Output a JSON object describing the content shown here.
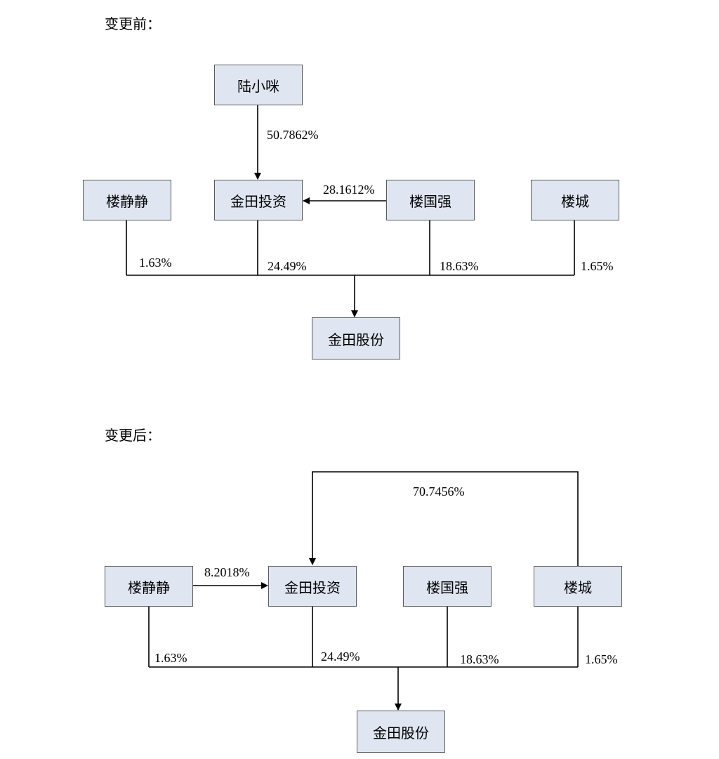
{
  "before": {
    "label": "变更前：",
    "entities": {
      "lu_xiaomi": "陆小咪",
      "lou_jingjing": "楼静静",
      "jintian_investment": "金田投资",
      "lou_guoqiang": "楼国强",
      "lou_cheng": "楼城",
      "jintian_shares": "金田股份"
    },
    "percentages": {
      "lu_xiaomi_to_investment": "50.7862%",
      "lou_guoqiang_to_investment": "28.1612%",
      "lou_jingjing_to_shares": "1.63%",
      "investment_to_shares": "24.49%",
      "lou_guoqiang_to_shares": "18.63%",
      "lou_cheng_to_shares": "1.65%"
    }
  },
  "after": {
    "label": "变更后：",
    "entities": {
      "lou_jingjing": "楼静静",
      "jintian_investment": "金田投资",
      "lou_guoqiang": "楼国强",
      "lou_cheng": "楼城",
      "jintian_shares": "金田股份"
    },
    "percentages": {
      "lou_cheng_to_investment": "70.7456%",
      "lou_jingjing_to_investment": "8.2018%",
      "lou_jingjing_to_shares": "1.63%",
      "investment_to_shares": "24.49%",
      "lou_guoqiang_to_shares": "18.63%",
      "lou_cheng_to_shares": "1.65%"
    }
  }
}
